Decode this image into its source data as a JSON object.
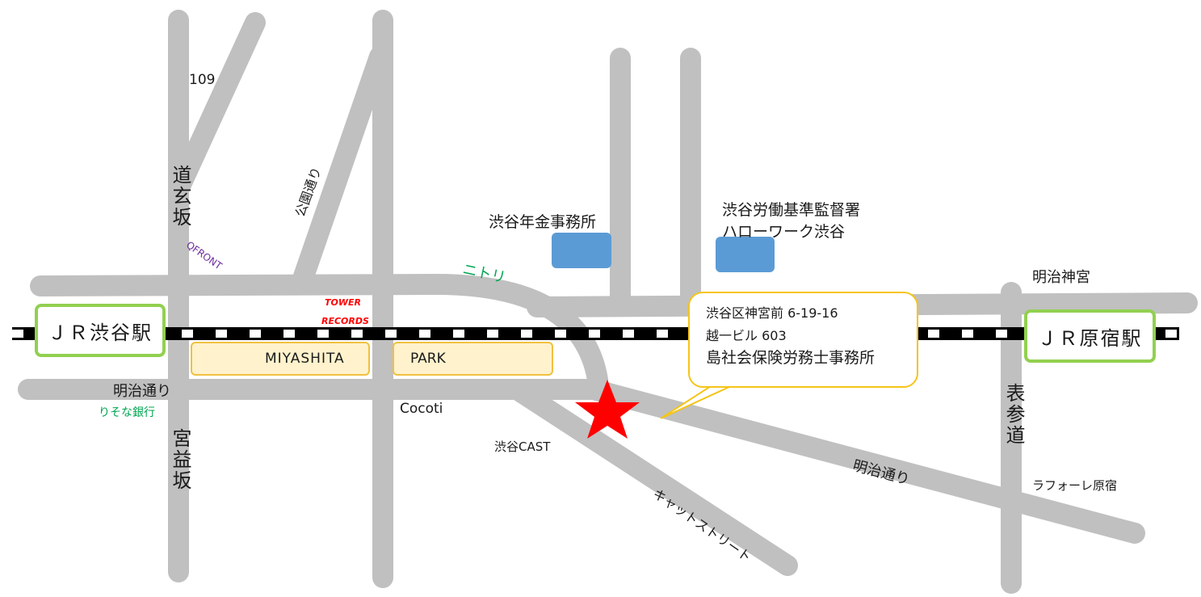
{
  "stations": {
    "shibuya": "ＪＲ渋谷駅",
    "harajuku": "ＪＲ原宿駅"
  },
  "streets": {
    "dogenzaka": "道玄坂",
    "miyamasuzaka": "宮益坂",
    "koen_dori": "公園通り",
    "meiji_dori_left": "明治通り",
    "meiji_dori_right": "明治通り",
    "cat_street": "キャットストリート",
    "omotesando": "表参道"
  },
  "landmarks": {
    "l109": "109",
    "qfront": "QFRONT",
    "tower_line1": "TOWER",
    "tower_line2": "RECORDS",
    "nitori": "ニトリ",
    "resona": "りそな銀行",
    "cocoti": "Cocoti",
    "shibuya_cast": "渋谷CAST",
    "meiji_jingu": "明治神宮",
    "laforet": "ラフォーレ原宿",
    "pension_office": "渋谷年金事務所",
    "labor_line1": "渋谷労働基準監督署",
    "labor_line2": "ハローワーク渋谷",
    "miyashita": "MIYASHITA",
    "park": "PARK"
  },
  "office": {
    "address1": "渋谷区神宮前 6-19-16",
    "address2": "越一ビル 603",
    "name": "島社会保険労務士事務所"
  },
  "colors": {
    "road": "#c0c0c0",
    "station_border": "#92d050",
    "building": "#5b9bd5",
    "park_fill": "#fff2cc",
    "park_border": "#f0c040",
    "callout_border": "#f5c518",
    "star": "#ff0000",
    "nitori_text": "#00a651",
    "resona_text": "#00a651",
    "qfront_text": "#7030a0",
    "tower_text": "#ff0000"
  }
}
